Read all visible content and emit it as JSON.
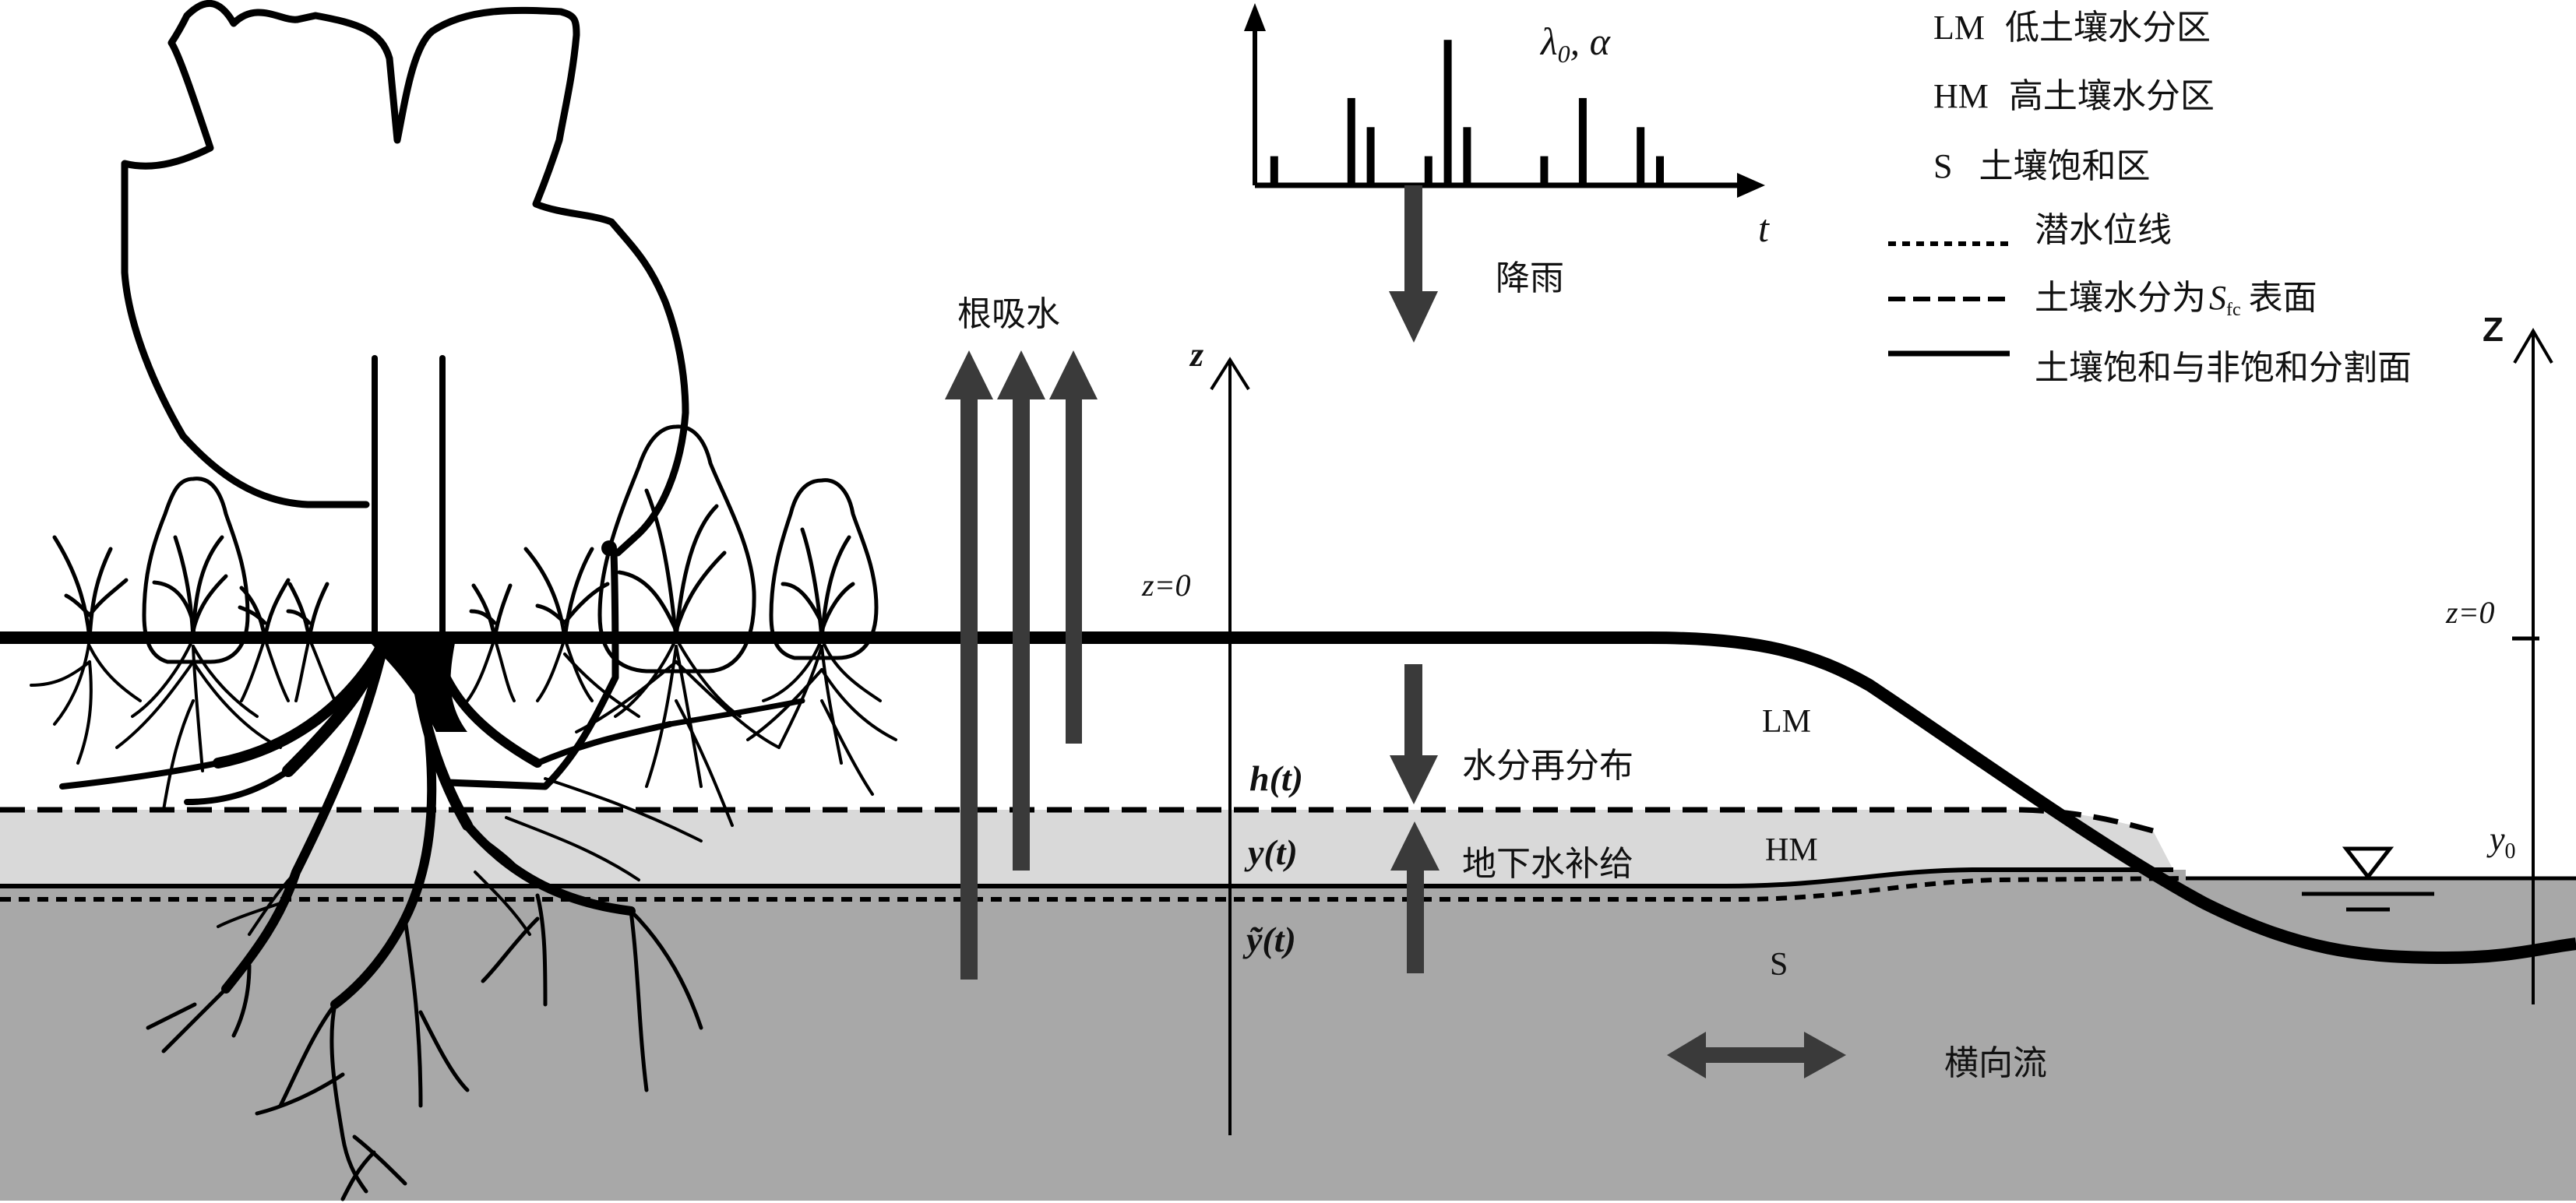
{
  "colors": {
    "background": "#ffffff",
    "high_moisture_zone": "#d9d9d9",
    "saturated_zone": "#a8a8a8",
    "arrow": "#3a3a3a",
    "line": "#000000"
  },
  "rainfall_chart": {
    "label_lambda": "λ",
    "label_lambda_sub": "0",
    "label_sep": ", ",
    "label_alpha": "α",
    "x_axis_label": "t",
    "pulses": [
      {
        "t": 1,
        "depth": 1
      },
      {
        "t": 5,
        "depth": 3
      },
      {
        "t": 6,
        "depth": 2
      },
      {
        "t": 9,
        "depth": 1
      },
      {
        "t": 10,
        "depth": 5
      },
      {
        "t": 11,
        "depth": 2
      },
      {
        "t": 15,
        "depth": 1
      },
      {
        "t": 17,
        "depth": 3
      },
      {
        "t": 20,
        "depth": 2
      },
      {
        "t": 21,
        "depth": 1
      }
    ],
    "t_max": 25,
    "depth_max": 5.3
  },
  "legend": {
    "zones": [
      {
        "code": "LM",
        "label": "低土壤水分区"
      },
      {
        "code": "HM",
        "label": "高土壤水分区"
      },
      {
        "code": "S",
        "label": "土壤饱和区"
      }
    ],
    "lines": [
      {
        "style": "dotted",
        "label": "潜水位线"
      },
      {
        "style": "dashed",
        "label_pre": "土壤水分为",
        "symbol": "S",
        "symbol_sub": "fc",
        "label_post": "表面"
      },
      {
        "style": "solid",
        "label": "土壤饱和与非饱和分割面"
      }
    ]
  },
  "processes": {
    "rainfall": "降雨",
    "root_uptake": "根吸水",
    "redistribution": "水分再分布",
    "groundwater_recharge": "地下水补给",
    "lateral_flow": "横向流"
  },
  "zone_labels": {
    "lm": "LM",
    "hm": "HM",
    "s": "S"
  },
  "depth_labels": {
    "h": "h(t)",
    "y": "y(t)",
    "y_tilde": "ỹ(t)"
  },
  "axes": {
    "left_z": "z",
    "left_z0": "z=0",
    "right_z": "Z",
    "right_z0": "z=0",
    "y0_main": "y",
    "y0_sub": "0"
  }
}
